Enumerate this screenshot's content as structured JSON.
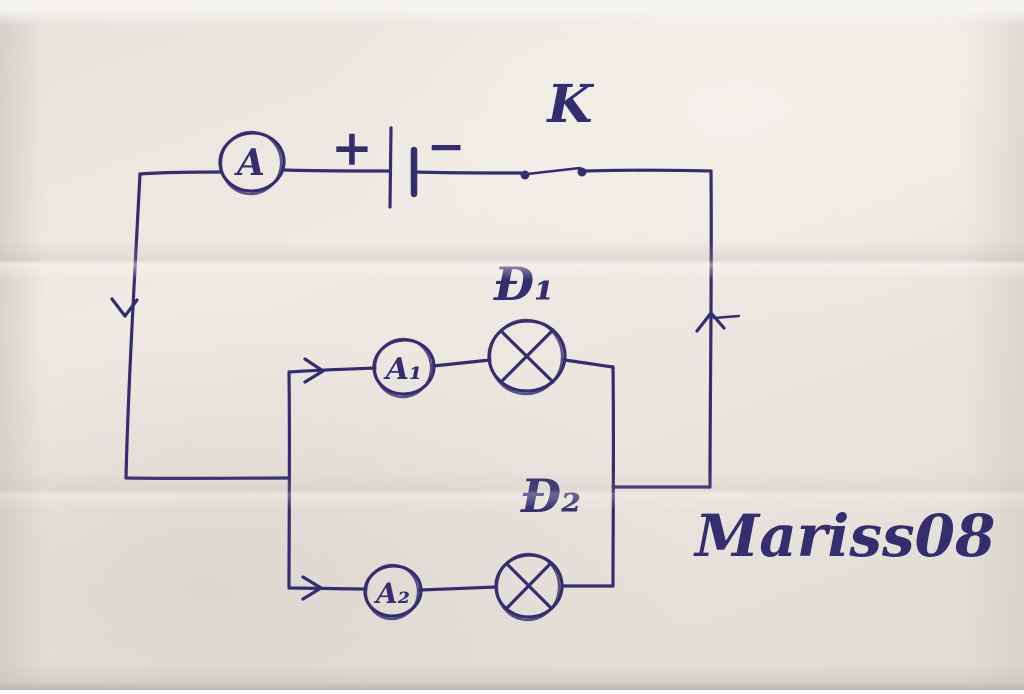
{
  "colors": {
    "ink": "#332e6e",
    "paper": "#e9e5de"
  },
  "circuit": {
    "main_ammeter": "A",
    "battery_plus": "+",
    "battery_minus": "−",
    "switch_label": "K",
    "branch1_ammeter": "A₁",
    "branch1_lamp": "Đ₁",
    "branch2_ammeter": "A₂",
    "branch2_lamp": "Đ₂"
  },
  "watermark": "Mariss08"
}
